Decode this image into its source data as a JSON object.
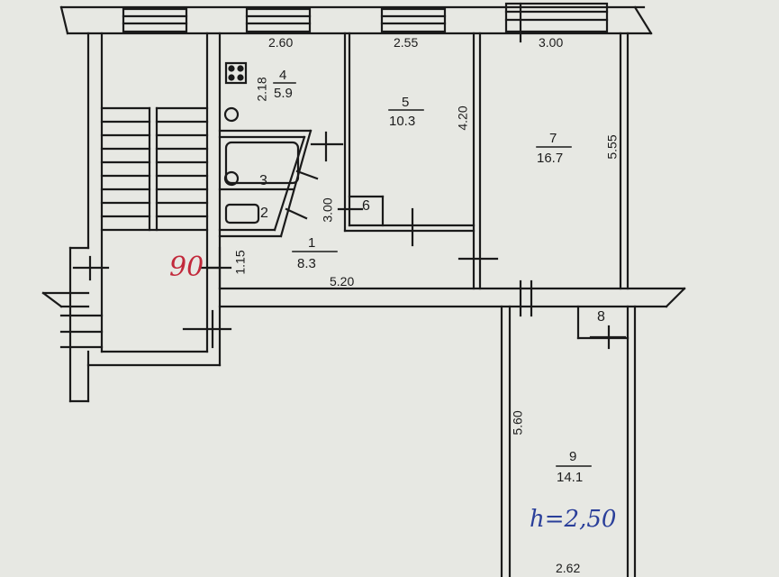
{
  "plan": {
    "rooms": [
      {
        "id": "1",
        "number": "1",
        "area": "8.3"
      },
      {
        "id": "2",
        "number": "2"
      },
      {
        "id": "3",
        "number": "3"
      },
      {
        "id": "4",
        "number": "4",
        "area": "5.9"
      },
      {
        "id": "5",
        "number": "5",
        "area": "10.3"
      },
      {
        "id": "6",
        "number": "6"
      },
      {
        "id": "7",
        "number": "7",
        "area": "16.7"
      },
      {
        "id": "8",
        "number": "8"
      },
      {
        "id": "9",
        "number": "9",
        "area": "14.1"
      }
    ],
    "dimensions": {
      "room4_width": "2.60",
      "room5_width": "2.55",
      "room7_width": "3.00",
      "room4_height": "2.18",
      "room5_height": "4.20",
      "room7_height": "5.55",
      "room1_height": "3.00",
      "corridor_width": "1.15",
      "room1_width": "5.20",
      "room9_height": "5.60",
      "room9_width": "2.62"
    },
    "annotations": {
      "apartment_number": "90",
      "ceiling_height": "h=2,50"
    },
    "colors": {
      "line": "#1a1a1a",
      "paper": "#e7e8e3",
      "handwriting_red": "#c2293b",
      "handwriting_blue": "#2a3f9a"
    }
  }
}
